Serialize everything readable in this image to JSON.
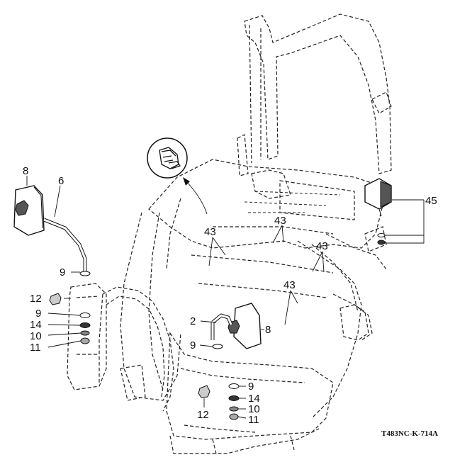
{
  "diagram": {
    "code": "T483NC-K-714A",
    "callouts": {
      "c8a": "8",
      "c6": "6",
      "c9a": "9",
      "c12a": "12",
      "c9b": "9",
      "c14a": "14",
      "c10a": "10",
      "c11a": "11",
      "c43a": "43",
      "c43b": "43",
      "c43c": "43",
      "c43d": "43",
      "c2": "2",
      "c8b": "8",
      "c9c": "9",
      "c9d": "9",
      "c14b": "14",
      "c10b": "10",
      "c11b": "11",
      "c12b": "12",
      "c45": "45"
    }
  }
}
